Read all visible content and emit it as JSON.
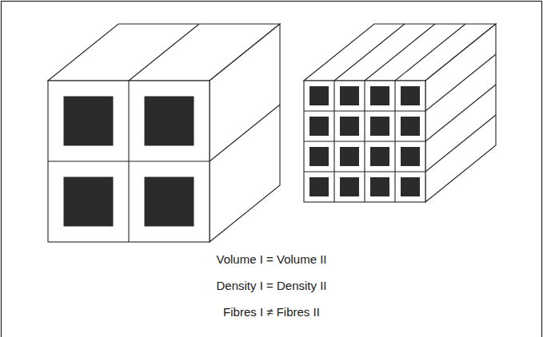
{
  "diagram": {
    "labels": [
      "Volume I = Volume II",
      "Density I = Density II",
      "Fibres I ≠ Fibres II"
    ]
  }
}
